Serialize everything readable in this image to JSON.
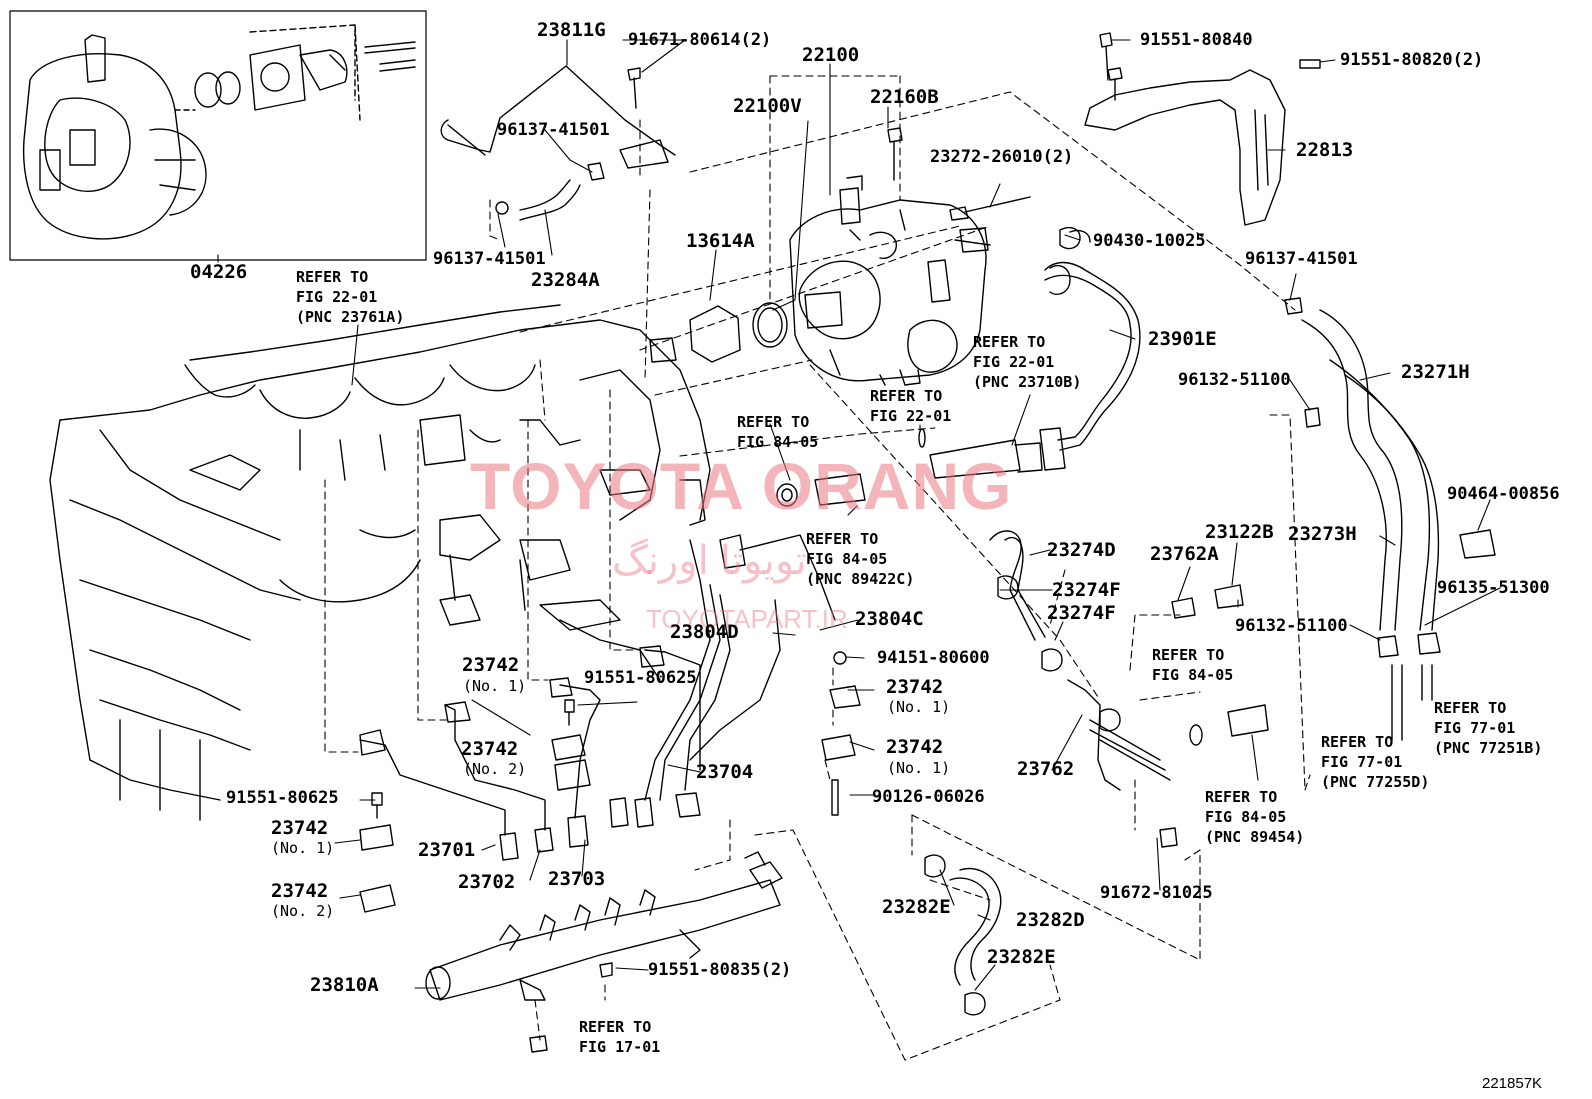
{
  "watermark": {
    "main": "TOYOTA ORANG",
    "persian": "تویوتا اورنگ",
    "url": "TOYOTAPART.IR"
  },
  "diagram_ref": "221857K",
  "parts": {
    "p04226": "04226",
    "p23811G": "23811G",
    "p91671": "91671-80614(2)",
    "p22100": "22100",
    "p22100V": "22100V",
    "p22160B": "22160B",
    "p91551_80840": "91551-80840",
    "p91551_80820": "91551-80820(2)",
    "p22813": "22813",
    "p96137a": "96137-41501",
    "p96137b": "96137-41501",
    "p23284A": "23284A",
    "p23272": "23272-26010(2)",
    "p90430": "90430-10025",
    "p96137c": "96137-41501",
    "p13614A": "13614A",
    "p23901E": "23901E",
    "p23271H": "23271H",
    "p96132a": "96132-51100",
    "p90464": "90464-00856",
    "p23273H": "23273H",
    "p96135": "96135-51300",
    "p96132b": "96132-51100",
    "p23274D": "23274D",
    "p23274Fa": "23274F",
    "p23274Fb": "23274F",
    "p23762A": "23762A",
    "p23122B": "23122B",
    "p23804C": "23804C",
    "p23804D": "23804D",
    "p94151": "94151-80600",
    "p23742_1": "23742",
    "p23742_2": "23742",
    "p23742_3": "23742",
    "p23742_4": "23742",
    "p23742_5": "23742",
    "p23742_6": "23742",
    "p91551_80625a": "91551-80625",
    "p91551_80625b": "91551-80625",
    "p23704": "23704",
    "p23762": "23762",
    "p90126": "90126-06026",
    "p23701": "23701",
    "p23702": "23702",
    "p23703": "23703",
    "p23282Ea": "23282E",
    "p23282D": "23282D",
    "p23282Eb": "23282E",
    "p91672": "91672-81025",
    "p23810A": "23810A",
    "p91551_80835": "91551-80835(2)"
  },
  "subs": {
    "no1": "(No. 1)",
    "no2": "(No. 2)"
  },
  "refs": {
    "r1": "REFER TO\nFIG 22-01\n(PNC 23761A)",
    "r2": "REFER TO\nFIG 22-01\n(PNC 23710B)",
    "r3": "REFER TO\nFIG 22-01",
    "r4": "REFER TO\nFIG 84-05",
    "r5": "REFER TO\nFIG 84-05\n(PNC 89422C)",
    "r6": "REFER TO\nFIG 84-05",
    "r7": "REFER TO\nFIG 84-05\n(PNC 89454)",
    "r8": "REFER TO\nFIG 77-01\n(PNC 77255D)",
    "r9": "REFER TO\nFIG 77-01\n(PNC 77251B)",
    "r10": "REFER TO\nFIG 17-01"
  }
}
